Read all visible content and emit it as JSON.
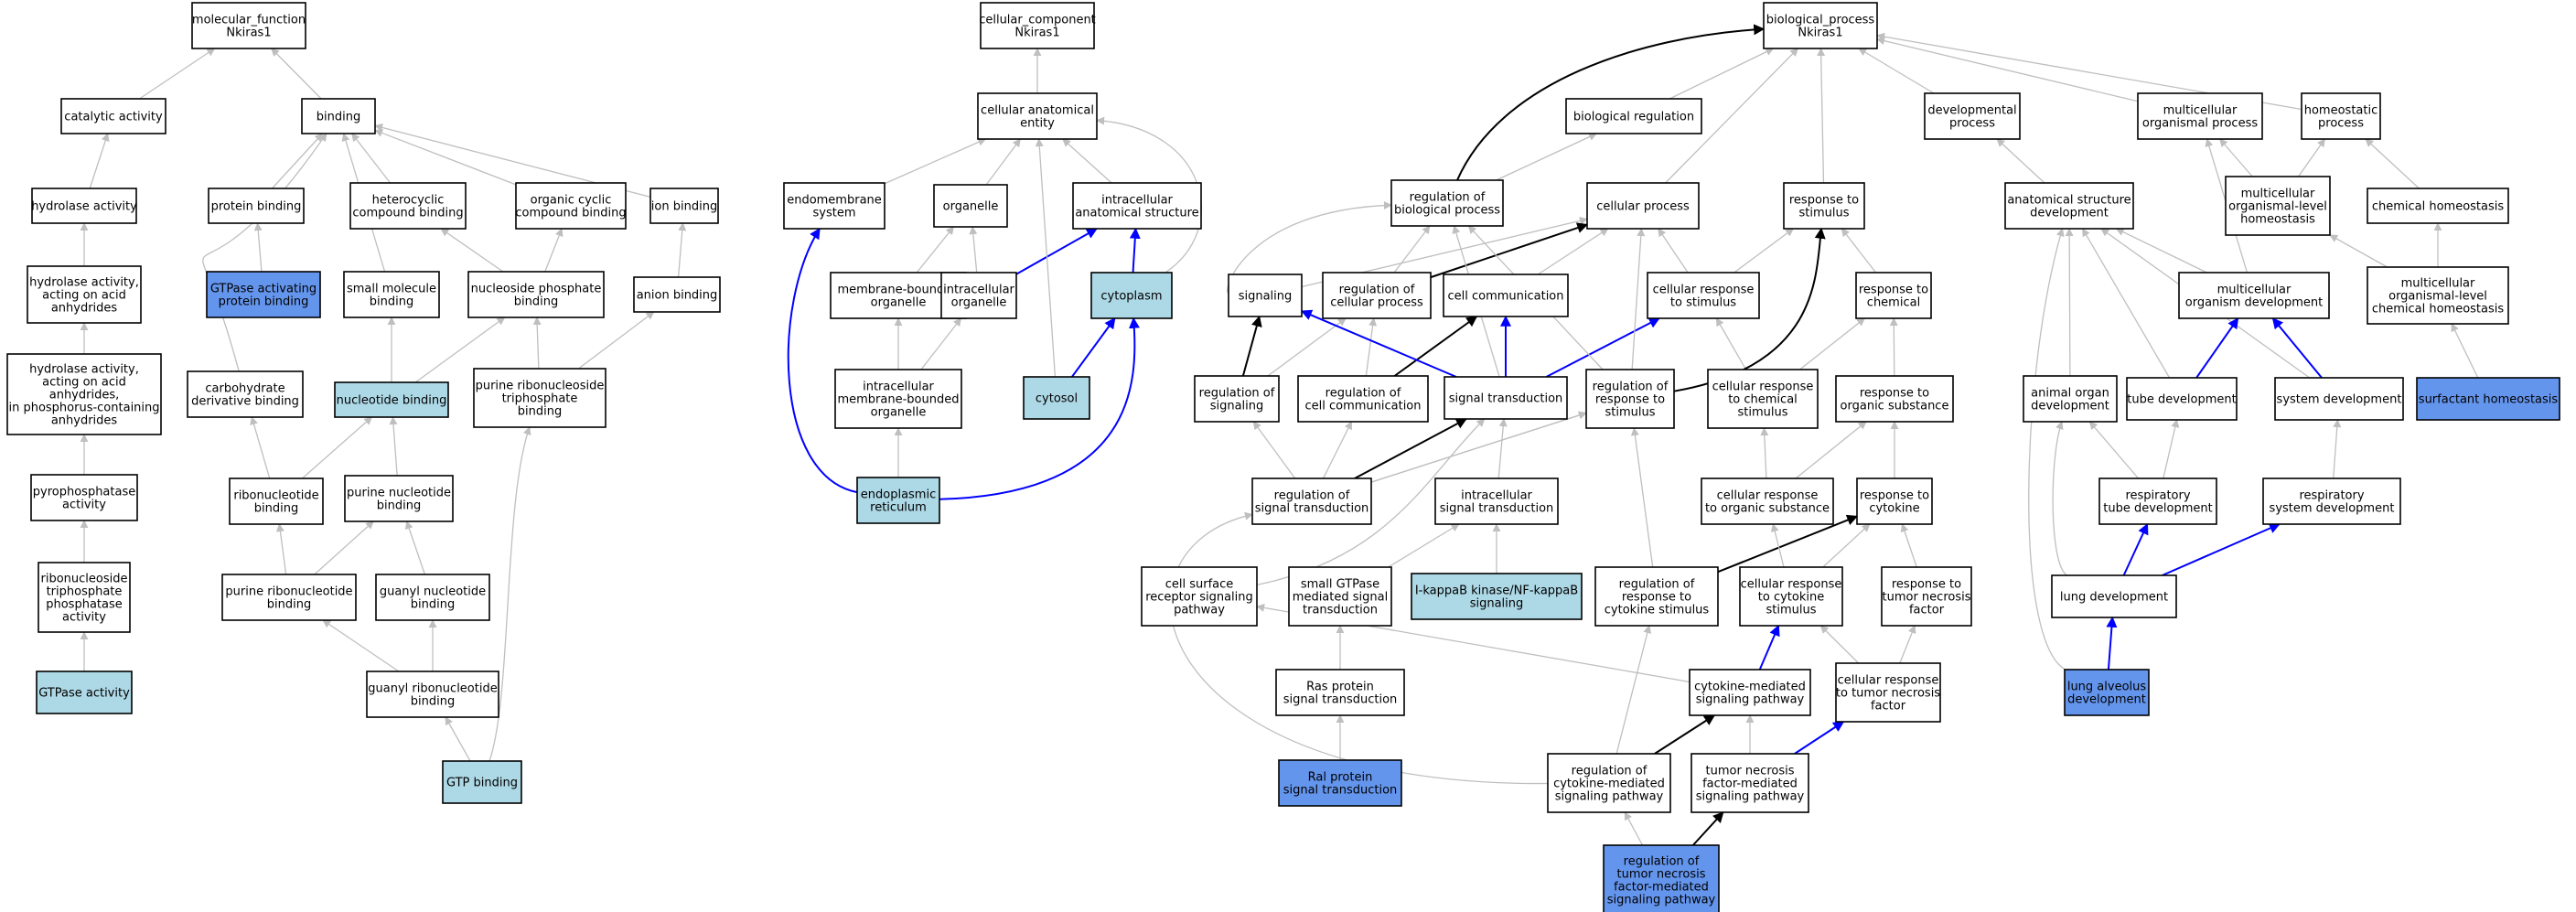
{
  "colors": {
    "default": "#ffffff",
    "annotated": "#add8e6",
    "query": "#6495ed",
    "edge_gray": "#bfbfbf",
    "edge_black": "#000000",
    "edge_blue": "#0000ff"
  },
  "nodes": {
    "mf_root": {
      "lines": [
        "molecular_function",
        "Nkiras1"
      ],
      "fill": "default"
    },
    "catalytic": {
      "lines": [
        "catalytic activity"
      ],
      "fill": "default"
    },
    "binding": {
      "lines": [
        "binding"
      ],
      "fill": "default"
    },
    "hydrolase": {
      "lines": [
        "hydrolase activity"
      ],
      "fill": "default"
    },
    "protein_binding": {
      "lines": [
        "protein binding"
      ],
      "fill": "default"
    },
    "heterocyclic": {
      "lines": [
        "heterocyclic",
        "compound binding"
      ],
      "fill": "default"
    },
    "organic_cyclic": {
      "lines": [
        "organic cyclic",
        "compound binding"
      ],
      "fill": "default"
    },
    "ion_binding": {
      "lines": [
        "ion binding"
      ],
      "fill": "default"
    },
    "hydro_acid": {
      "lines": [
        "hydrolase activity,",
        "acting on acid",
        "anhydrides"
      ],
      "fill": "default"
    },
    "gtpase_act_pb": {
      "lines": [
        "GTPase activating",
        "protein binding"
      ],
      "fill": "query"
    },
    "small_molecule": {
      "lines": [
        "small molecule",
        "binding"
      ],
      "fill": "default"
    },
    "nuc_phos": {
      "lines": [
        "nucleoside phosphate",
        "binding"
      ],
      "fill": "default"
    },
    "anion_binding": {
      "lines": [
        "anion binding"
      ],
      "fill": "default"
    },
    "hydro_phos": {
      "lines": [
        "hydrolase activity,",
        "acting on acid",
        "anhydrides,",
        "in phosphorus-containing",
        "anhydrides"
      ],
      "fill": "default"
    },
    "carb_deriv": {
      "lines": [
        "carbohydrate",
        "derivative binding"
      ],
      "fill": "default"
    },
    "nucleotide_binding": {
      "lines": [
        "nucleotide binding"
      ],
      "fill": "annotated"
    },
    "purine_ribonucleoside_tp": {
      "lines": [
        "purine ribonucleoside",
        "triphosphate",
        "binding"
      ],
      "fill": "default"
    },
    "pyrophosphatase": {
      "lines": [
        "pyrophosphatase",
        "activity"
      ],
      "fill": "default"
    },
    "ribonucleotide_binding": {
      "lines": [
        "ribonucleotide",
        "binding"
      ],
      "fill": "default"
    },
    "purine_nucleotide": {
      "lines": [
        "purine nucleotide",
        "binding"
      ],
      "fill": "default"
    },
    "ribonucleoside_tp": {
      "lines": [
        "ribonucleoside",
        "triphosphate",
        "phosphatase",
        "activity"
      ],
      "fill": "default"
    },
    "purine_ribonucleotide": {
      "lines": [
        "purine ribonucleotide",
        "binding"
      ],
      "fill": "default"
    },
    "guanyl_nucleotide": {
      "lines": [
        "guanyl nucleotide",
        "binding"
      ],
      "fill": "default"
    },
    "gtpase_activity": {
      "lines": [
        "GTPase activity"
      ],
      "fill": "annotated"
    },
    "guanyl_ribonucleotide": {
      "lines": [
        "guanyl ribonucleotide",
        "binding"
      ],
      "fill": "default"
    },
    "gtp_binding": {
      "lines": [
        "GTP binding"
      ],
      "fill": "annotated"
    },
    "cc_root": {
      "lines": [
        "cellular_component",
        "Nkiras1"
      ],
      "fill": "default"
    },
    "cell_anat": {
      "lines": [
        "cellular anatomical",
        "entity"
      ],
      "fill": "default"
    },
    "endomembrane": {
      "lines": [
        "endomembrane",
        "system"
      ],
      "fill": "default"
    },
    "organelle": {
      "lines": [
        "organelle"
      ],
      "fill": "default"
    },
    "intracell_anat": {
      "lines": [
        "intracellular",
        "anatomical structure"
      ],
      "fill": "default"
    },
    "membrane_bounded": {
      "lines": [
        "membrane-bounded",
        "organelle"
      ],
      "fill": "default"
    },
    "intracell_organelle": {
      "lines": [
        "intracellular",
        "organelle"
      ],
      "fill": "default"
    },
    "cytoplasm": {
      "lines": [
        "cytoplasm"
      ],
      "fill": "annotated"
    },
    "intracell_mb_org": {
      "lines": [
        "intracellular",
        "membrane-bounded",
        "organelle"
      ],
      "fill": "default"
    },
    "cytosol": {
      "lines": [
        "cytosol"
      ],
      "fill": "annotated"
    },
    "er": {
      "lines": [
        "endoplasmic",
        "reticulum"
      ],
      "fill": "annotated"
    },
    "bp_root": {
      "lines": [
        "biological_process",
        "Nkiras1"
      ],
      "fill": "default"
    },
    "bio_reg": {
      "lines": [
        "biological regulation"
      ],
      "fill": "default"
    },
    "dev_process": {
      "lines": [
        "developmental",
        "process"
      ],
      "fill": "default"
    },
    "multicell_proc": {
      "lines": [
        "multicellular",
        "organismal process"
      ],
      "fill": "default"
    },
    "homeostatic": {
      "lines": [
        "homeostatic",
        "process"
      ],
      "fill": "default"
    },
    "reg_bio": {
      "lines": [
        "regulation of",
        "biological process"
      ],
      "fill": "default"
    },
    "cell_process": {
      "lines": [
        "cellular process"
      ],
      "fill": "default"
    },
    "resp_stim": {
      "lines": [
        "response to",
        "stimulus"
      ],
      "fill": "default"
    },
    "anat_dev": {
      "lines": [
        "anatomical structure",
        "development"
      ],
      "fill": "default"
    },
    "multicell_homeo": {
      "lines": [
        "multicellular",
        "organismal-level",
        "homeostasis"
      ],
      "fill": "default"
    },
    "chem_homeo": {
      "lines": [
        "chemical homeostasis"
      ],
      "fill": "default"
    },
    "signaling": {
      "lines": [
        "signaling"
      ],
      "fill": "default"
    },
    "reg_cell_proc": {
      "lines": [
        "regulation of",
        "cellular process"
      ],
      "fill": "default"
    },
    "cell_comm": {
      "lines": [
        "cell communication"
      ],
      "fill": "default"
    },
    "cell_resp_stim": {
      "lines": [
        "cellular response",
        "to stimulus"
      ],
      "fill": "default"
    },
    "resp_chem": {
      "lines": [
        "response to",
        "chemical"
      ],
      "fill": "default"
    },
    "multicell_dev": {
      "lines": [
        "multicellular",
        "organism development"
      ],
      "fill": "default"
    },
    "multicell_chem_homeo": {
      "lines": [
        "multicellular",
        "organismal-level",
        "chemical homeostasis"
      ],
      "fill": "default"
    },
    "reg_signaling": {
      "lines": [
        "regulation of",
        "signaling"
      ],
      "fill": "default"
    },
    "reg_cell_comm": {
      "lines": [
        "regulation of",
        "cell communication"
      ],
      "fill": "default"
    },
    "signal_trans": {
      "lines": [
        "signal transduction"
      ],
      "fill": "default"
    },
    "reg_resp_stim": {
      "lines": [
        "regulation of",
        "response to",
        "stimulus"
      ],
      "fill": "default"
    },
    "cell_resp_chem": {
      "lines": [
        "cellular response",
        "to chemical",
        "stimulus"
      ],
      "fill": "default"
    },
    "resp_org_sub": {
      "lines": [
        "response to",
        "organic substance"
      ],
      "fill": "default"
    },
    "animal_organ_dev": {
      "lines": [
        "animal organ",
        "development"
      ],
      "fill": "default"
    },
    "tube_dev": {
      "lines": [
        "tube development"
      ],
      "fill": "default"
    },
    "system_dev": {
      "lines": [
        "system development"
      ],
      "fill": "default"
    },
    "surfactant": {
      "lines": [
        "surfactant homeostasis"
      ],
      "fill": "query"
    },
    "reg_sig_trans": {
      "lines": [
        "regulation of",
        "signal transduction"
      ],
      "fill": "default"
    },
    "intracell_sig": {
      "lines": [
        "intracellular",
        "signal transduction"
      ],
      "fill": "default"
    },
    "cell_resp_org": {
      "lines": [
        "cellular response",
        "to organic substance"
      ],
      "fill": "default"
    },
    "resp_cytokine": {
      "lines": [
        "response to",
        "cytokine"
      ],
      "fill": "default"
    },
    "resp_tube_dev": {
      "lines": [
        "respiratory",
        "tube development"
      ],
      "fill": "default"
    },
    "resp_sys_dev": {
      "lines": [
        "respiratory",
        "system development"
      ],
      "fill": "default"
    },
    "cell_surface_rec": {
      "lines": [
        "cell surface",
        "receptor signaling",
        "pathway"
      ],
      "fill": "default"
    },
    "small_gtpase": {
      "lines": [
        "small GTPase",
        "mediated signal",
        "transduction"
      ],
      "fill": "default"
    },
    "ikappab": {
      "lines": [
        "I-kappaB kinase/NF-kappaB",
        "signaling"
      ],
      "fill": "annotated"
    },
    "reg_resp_cyto": {
      "lines": [
        "regulation of",
        "response to",
        "cytokine stimulus"
      ],
      "fill": "default"
    },
    "cell_resp_cyto": {
      "lines": [
        "cellular response",
        "to cytokine",
        "stimulus"
      ],
      "fill": "default"
    },
    "resp_tnf": {
      "lines": [
        "response to",
        "tumor necrosis",
        "factor"
      ],
      "fill": "default"
    },
    "lung_dev": {
      "lines": [
        "lung development"
      ],
      "fill": "default"
    },
    "ras_protein": {
      "lines": [
        "Ras protein",
        "signal transduction"
      ],
      "fill": "default"
    },
    "cyto_med": {
      "lines": [
        "cytokine-mediated",
        "signaling pathway"
      ],
      "fill": "default"
    },
    "cell_resp_tnf": {
      "lines": [
        "cellular response",
        "to tumor necrosis",
        "factor"
      ],
      "fill": "default"
    },
    "lung_alveolus": {
      "lines": [
        "lung alveolus",
        "development"
      ],
      "fill": "query"
    },
    "ral_protein": {
      "lines": [
        "Ral protein",
        "signal transduction"
      ],
      "fill": "query"
    },
    "reg_cyto_med": {
      "lines": [
        "regulation of",
        "cytokine-mediated",
        "signaling pathway"
      ],
      "fill": "default"
    },
    "tnf_med": {
      "lines": [
        "tumor necrosis",
        "factor-mediated",
        "signaling pathway"
      ],
      "fill": "default"
    },
    "reg_tnf_med": {
      "lines": [
        "regulation of",
        "tumor necrosis",
        "factor-mediated",
        "signaling pathway"
      ],
      "fill": "query"
    }
  }
}
